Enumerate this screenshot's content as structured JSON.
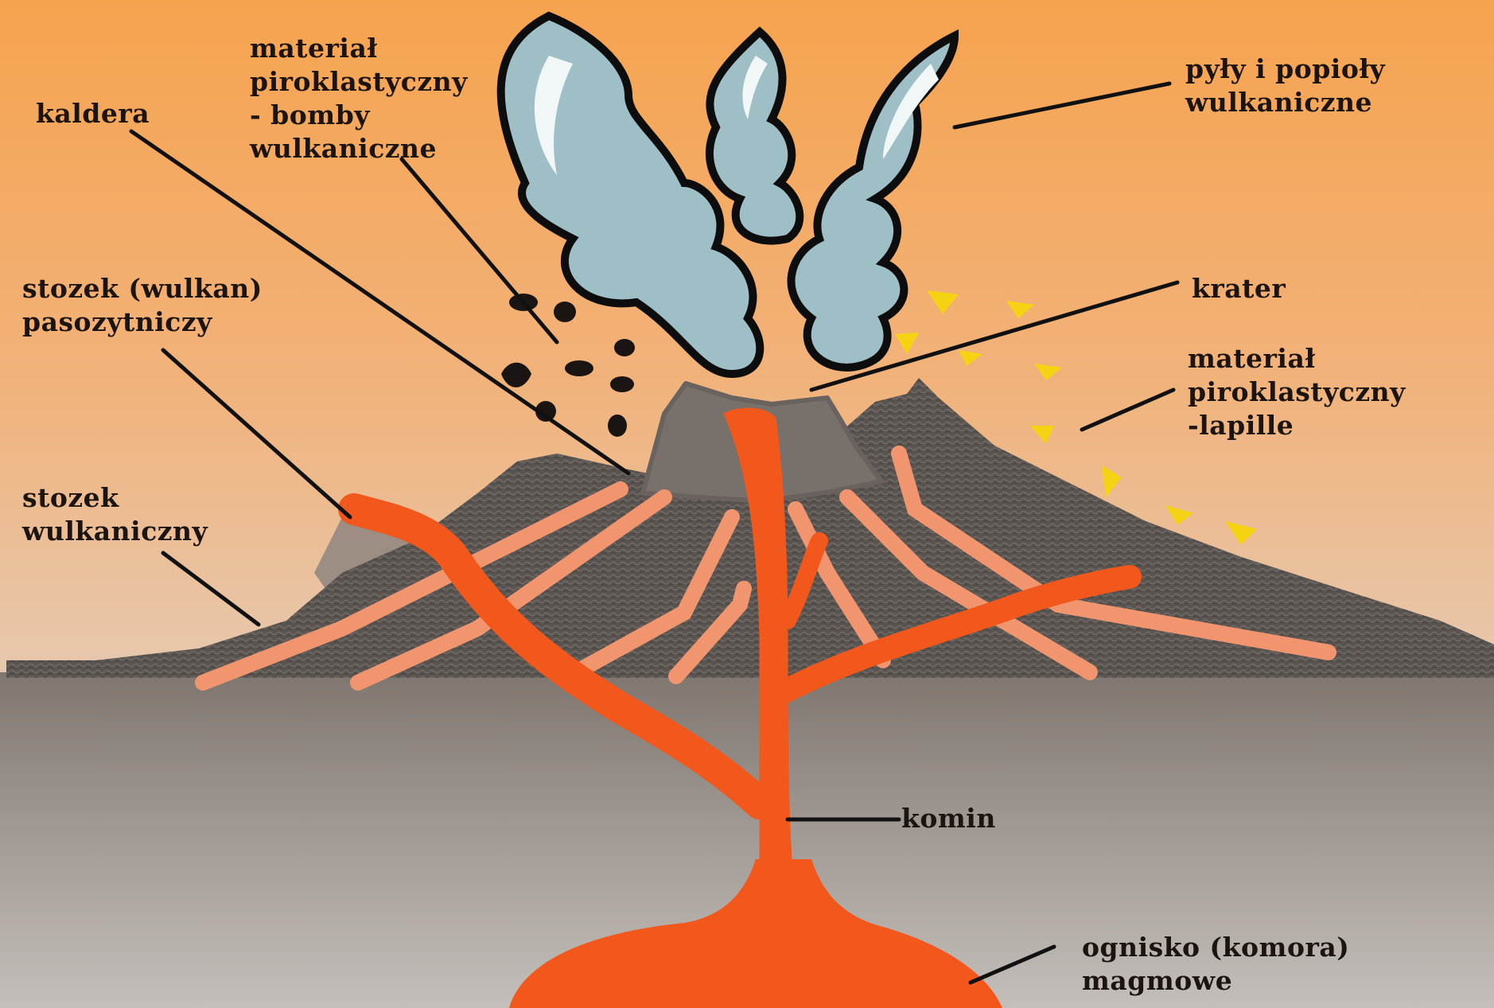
{
  "labels": {
    "material_bomby": [
      "materiał",
      "piroklastyczny",
      "- bomby",
      "wulkaniczne"
    ],
    "kaldera": [
      "kaldera"
    ],
    "pyly": [
      "pyły i popioły",
      "wulkaniczne"
    ],
    "stozek_pasozytniczy": [
      "stozek (wulkan)",
      "pasozytniczy"
    ],
    "krater": [
      "krater"
    ],
    "material_lapille": [
      "materiał",
      "piroklastyczny",
      "-lapille"
    ],
    "stozek_wulkaniczny": [
      "stozek",
      "wulkaniczny"
    ],
    "komin": [
      "komin"
    ],
    "ognisko": [
      "ognisko (komora)",
      "magmowe"
    ]
  },
  "colors": {
    "sky_top": "#f6a34e",
    "sky_bottom": "#e6c2a2",
    "ground_top": "#8d837d",
    "ground_bottom": "#c2bcb8",
    "cone": "#5b5552",
    "crater": "#7a716c",
    "magma": "#f2571c",
    "lava_streak": "#f0956e",
    "ash_cloud": "#9fbfc7",
    "lapilli": "#f6d312",
    "bombs": "#1a1512",
    "lines": "#111111"
  }
}
